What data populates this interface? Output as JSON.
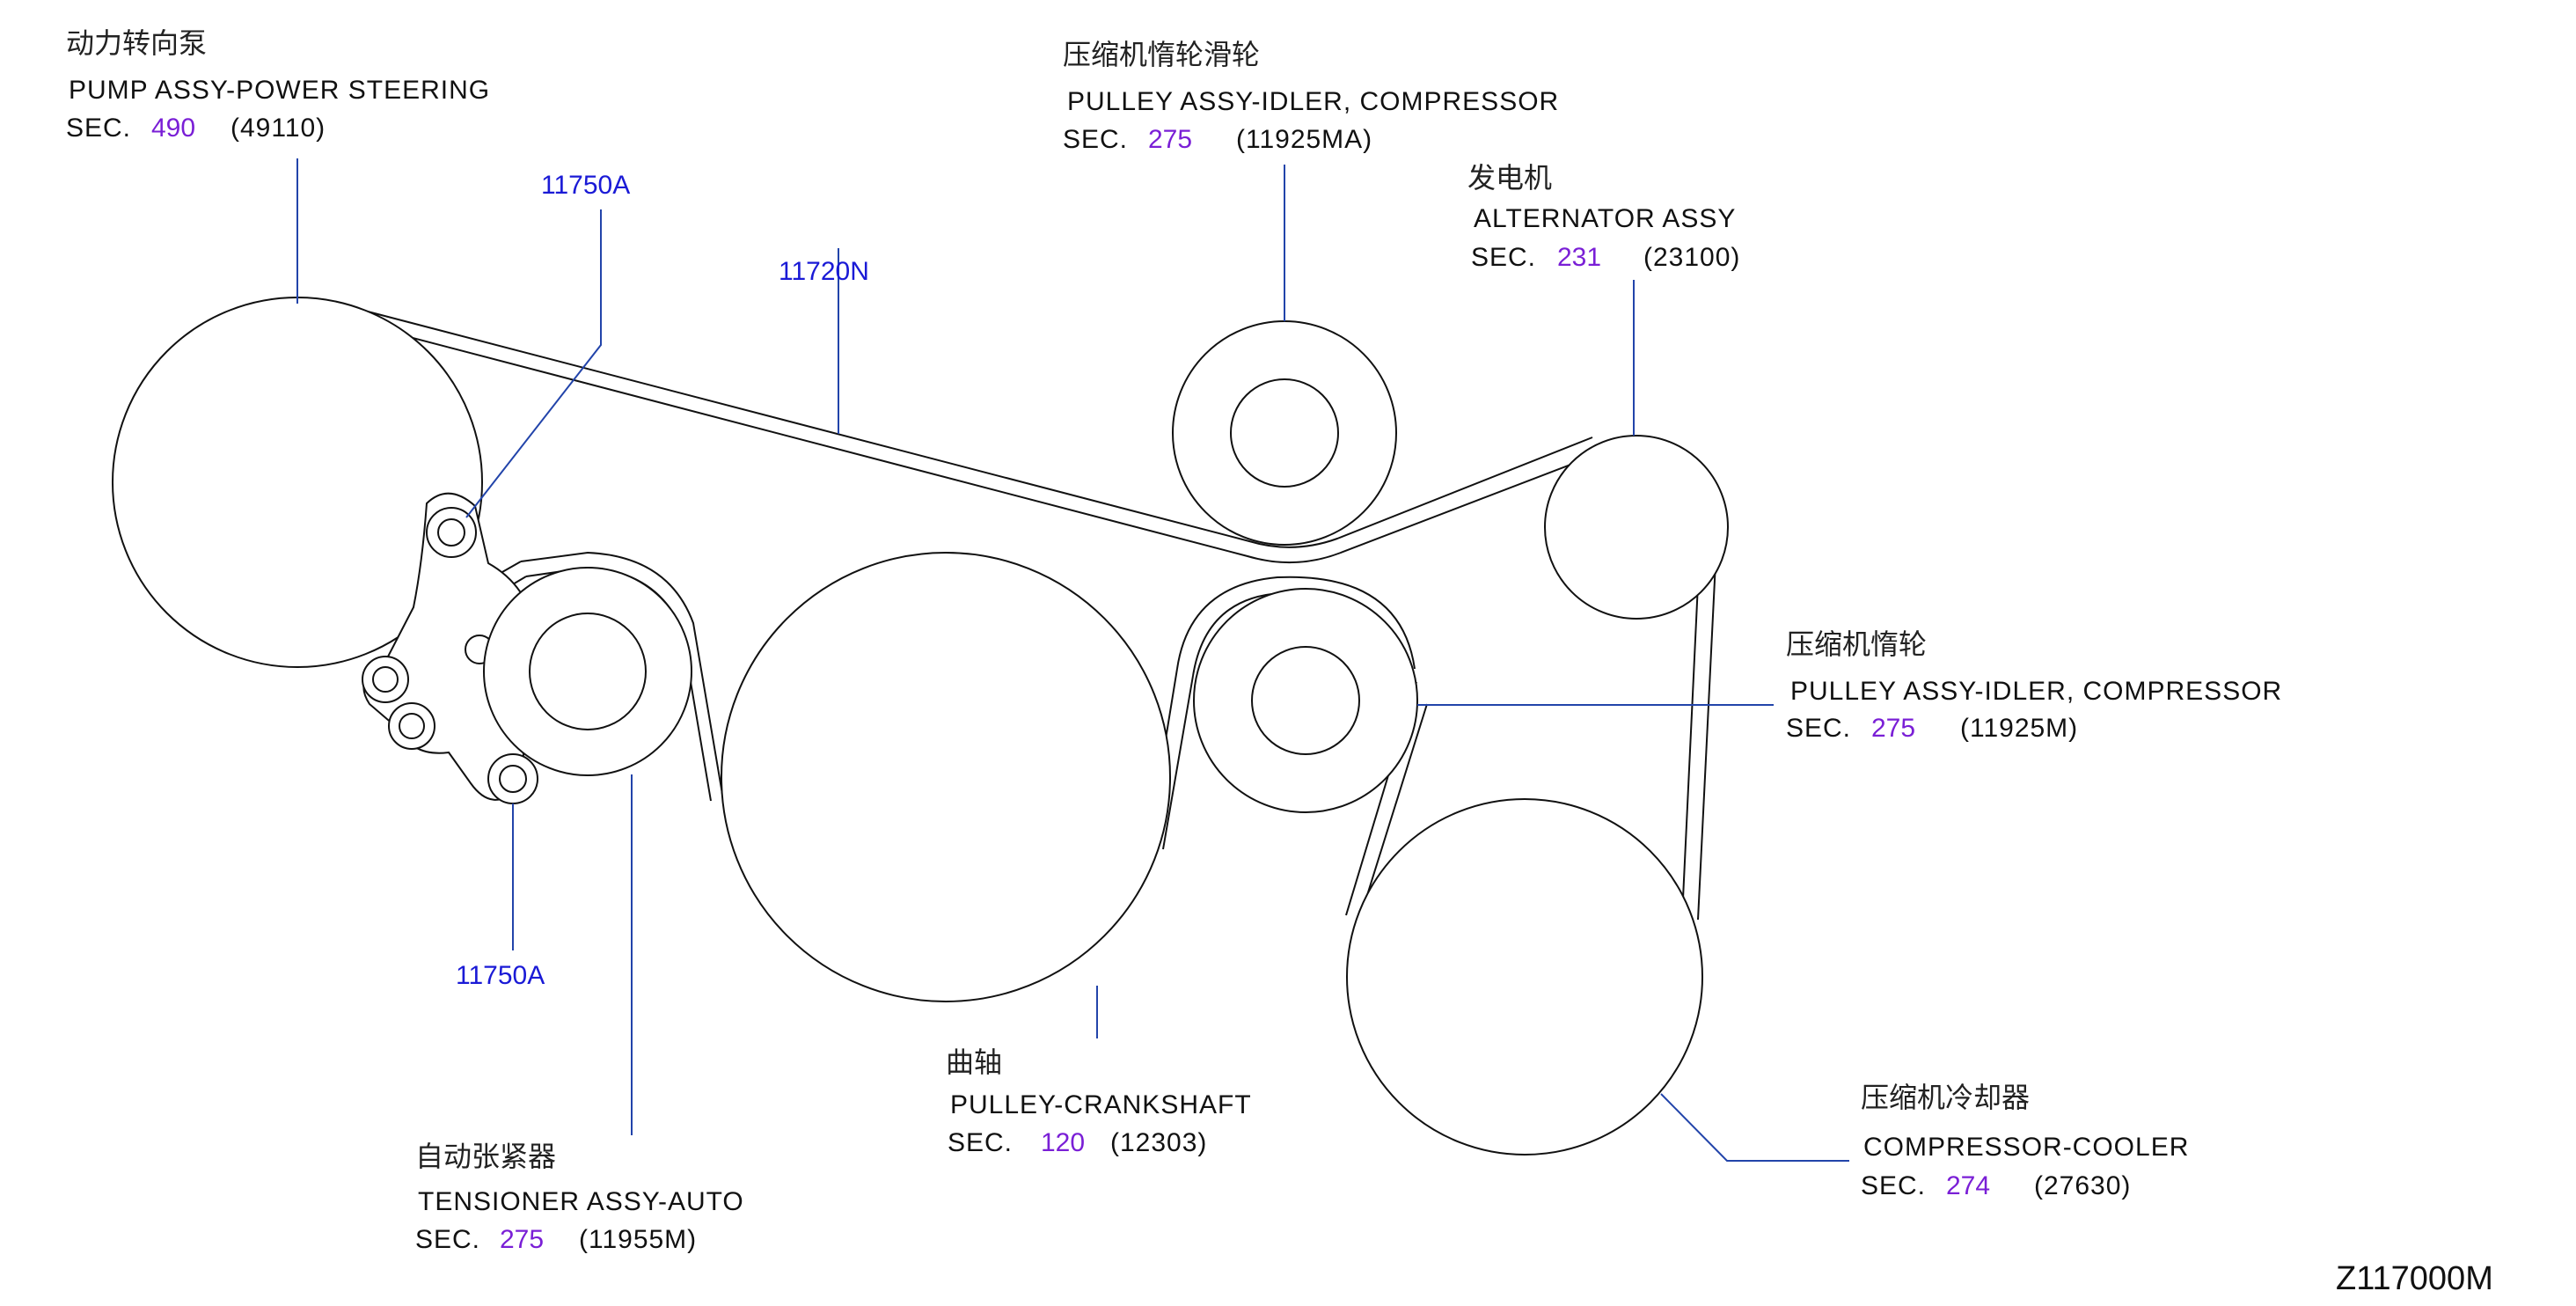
{
  "components": {
    "power_steering": {
      "name_cn": "动力转向泵",
      "name_en": "PUMP   ASSY-POWER   STEERING",
      "sec_label": "SEC.",
      "sec_num": "490",
      "part_no": "(49110)"
    },
    "idler_compressor_top": {
      "name_cn": "压缩机惰轮滑轮",
      "name_en": "PULLEY   ASSY-IDLER,   COMPRESSOR",
      "sec_label": "SEC.",
      "sec_num": "275",
      "part_no": "(11925MA)"
    },
    "alternator": {
      "name_cn": "发电机",
      "name_en": "ALTERNATOR   ASSY",
      "sec_label": "SEC.",
      "sec_num": "231",
      "part_no": "(23100)"
    },
    "idler_compressor": {
      "name_cn": "压缩机惰轮",
      "name_en": "PULLEY   ASSY-IDLER,   COMPRESSOR",
      "sec_label": "SEC.",
      "sec_num": "275",
      "part_no": "(11925M)"
    },
    "compressor_cooler": {
      "name_cn": "压缩机冷却器",
      "name_en": "COMPRESSOR-COOLER",
      "sec_label": "SEC.",
      "sec_num": "274",
      "part_no": "(27630)"
    },
    "crankshaft": {
      "name_cn": "曲轴",
      "name_en": "PULLEY-CRANKSHAFT",
      "sec_label": "SEC.",
      "sec_num": "120",
      "part_no": "(12303)"
    },
    "tensioner": {
      "name_cn": "自动张紧器",
      "name_en": "TENSIONER   ASSY-AUTO",
      "sec_label": "SEC.",
      "sec_num": "275",
      "part_no": "(11955M)"
    }
  },
  "callouts": {
    "bolt_upper": "11750A",
    "belt": "11720N",
    "bolt_lower": "11750A"
  },
  "diagram_id": "Z117000M",
  "colors": {
    "line": "#111111",
    "leader": "#2244aa",
    "section_number": "#7a1fd6",
    "callout": "#1a1ad6"
  }
}
